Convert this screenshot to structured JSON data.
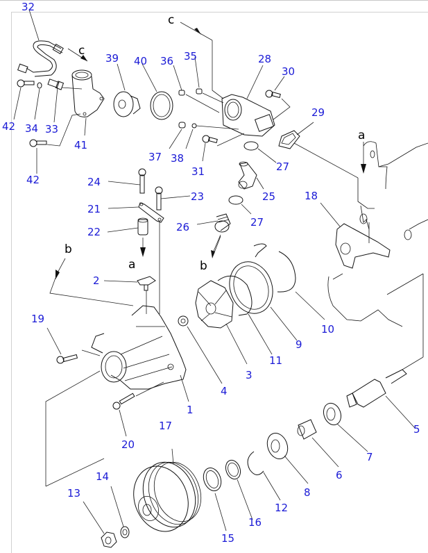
{
  "diagram": {
    "type": "exploded-parts-diagram",
    "subject": "water pump assembly",
    "colors": {
      "label": "#1a1ad6",
      "line": "#111111",
      "background": "#ffffff"
    },
    "reference_letters": [
      {
        "id": "c1",
        "text": "c"
      },
      {
        "id": "c2",
        "text": "c"
      },
      {
        "id": "a1",
        "text": "a"
      },
      {
        "id": "a2",
        "text": "a"
      },
      {
        "id": "b1",
        "text": "b"
      },
      {
        "id": "b2",
        "text": "b"
      }
    ],
    "part_labels": [
      {
        "id": "p32",
        "text": "32"
      },
      {
        "id": "p39",
        "text": "39"
      },
      {
        "id": "p40",
        "text": "40"
      },
      {
        "id": "p36",
        "text": "36"
      },
      {
        "id": "p35",
        "text": "35"
      },
      {
        "id": "p28",
        "text": "28"
      },
      {
        "id": "p30",
        "text": "30"
      },
      {
        "id": "p42a",
        "text": "42"
      },
      {
        "id": "p34",
        "text": "34"
      },
      {
        "id": "p33",
        "text": "33"
      },
      {
        "id": "p41",
        "text": "41"
      },
      {
        "id": "p37",
        "text": "37"
      },
      {
        "id": "p38",
        "text": "38"
      },
      {
        "id": "p31",
        "text": "31"
      },
      {
        "id": "p29",
        "text": "29"
      },
      {
        "id": "p27a",
        "text": "27"
      },
      {
        "id": "p42b",
        "text": "42"
      },
      {
        "id": "p24",
        "text": "24"
      },
      {
        "id": "p23",
        "text": "23"
      },
      {
        "id": "p25",
        "text": "25"
      },
      {
        "id": "p18",
        "text": "18"
      },
      {
        "id": "p21",
        "text": "21"
      },
      {
        "id": "p27b",
        "text": "27"
      },
      {
        "id": "p26",
        "text": "26"
      },
      {
        "id": "p22",
        "text": "22"
      },
      {
        "id": "p2",
        "text": "2"
      },
      {
        "id": "p10",
        "text": "10"
      },
      {
        "id": "p19",
        "text": "19"
      },
      {
        "id": "p9",
        "text": "9"
      },
      {
        "id": "p11",
        "text": "11"
      },
      {
        "id": "p3",
        "text": "3"
      },
      {
        "id": "p4",
        "text": "4"
      },
      {
        "id": "p1",
        "text": "1"
      },
      {
        "id": "p5",
        "text": "5"
      },
      {
        "id": "p20",
        "text": "20"
      },
      {
        "id": "p17",
        "text": "17"
      },
      {
        "id": "p7",
        "text": "7"
      },
      {
        "id": "p6",
        "text": "6"
      },
      {
        "id": "p14",
        "text": "14"
      },
      {
        "id": "p8",
        "text": "8"
      },
      {
        "id": "p13",
        "text": "13"
      },
      {
        "id": "p12",
        "text": "12"
      },
      {
        "id": "p16",
        "text": "16"
      },
      {
        "id": "p15",
        "text": "15"
      }
    ]
  }
}
